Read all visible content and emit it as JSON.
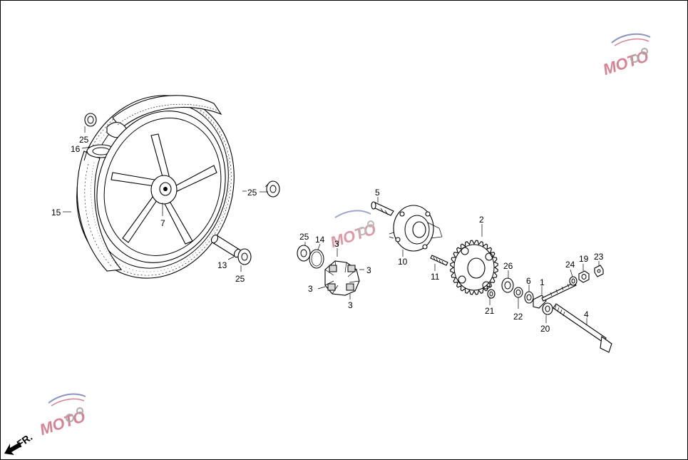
{
  "labels": {
    "l1": "1",
    "l2": "2",
    "l3a": "3",
    "l3b": "3",
    "l3c": "3",
    "l3d": "3",
    "l4": "4",
    "l5": "5",
    "l6": "6",
    "l7": "7",
    "l10": "10",
    "l11": "11",
    "l13": "13",
    "l14": "14",
    "l15": "15",
    "l16": "16",
    "l19": "19",
    "l20": "20",
    "l21": "21",
    "l22": "22",
    "l23": "23",
    "l24": "24",
    "l25a": "25",
    "l25b": "25",
    "l25c": "25",
    "l25d": "25",
    "l26": "26"
  },
  "front_indicator": "FR.",
  "watermark": {
    "text": "MOTO",
    "accent_color": "#b71c3a",
    "secondary_color": "#2e3a8c"
  }
}
